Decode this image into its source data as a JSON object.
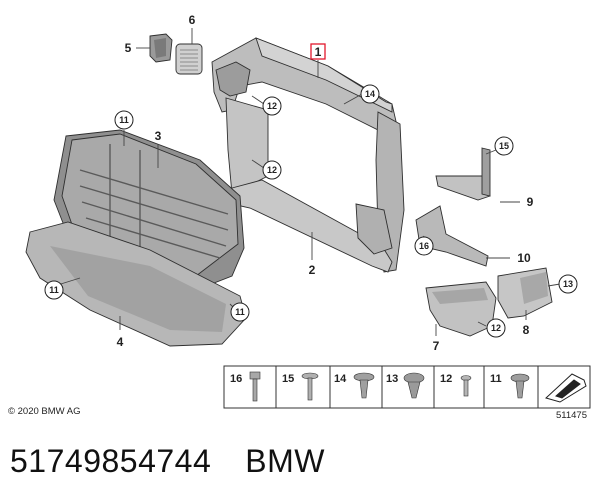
{
  "diagram": {
    "copyright": "© 2020 BMW AG",
    "illustration_number": "511475",
    "parts": [
      {
        "id": "part-1",
        "label": "1",
        "boxed": true
      },
      {
        "id": "part-2",
        "label": "2"
      },
      {
        "id": "part-3",
        "label": "3"
      },
      {
        "id": "part-4",
        "label": "4"
      },
      {
        "id": "part-5",
        "label": "5"
      },
      {
        "id": "part-6",
        "label": "6"
      },
      {
        "id": "part-7",
        "label": "7"
      },
      {
        "id": "part-8",
        "label": "8"
      },
      {
        "id": "part-9",
        "label": "9"
      }
    ],
    "callouts": [
      {
        "label": "10"
      },
      {
        "label": "11"
      },
      {
        "label": "12"
      },
      {
        "label": "13"
      },
      {
        "label": "14"
      },
      {
        "label": "15"
      },
      {
        "label": "16"
      }
    ],
    "fastener_row": [
      "16",
      "15",
      "14",
      "13",
      "12",
      "11"
    ]
  },
  "caption": {
    "part_number": "51749854744",
    "brand": "BMW"
  },
  "colors": {
    "part_fill": "#bdbdbd",
    "part_dark": "#8a8a8a",
    "line": "#2f2f2f",
    "box_border": "#e2182d"
  }
}
